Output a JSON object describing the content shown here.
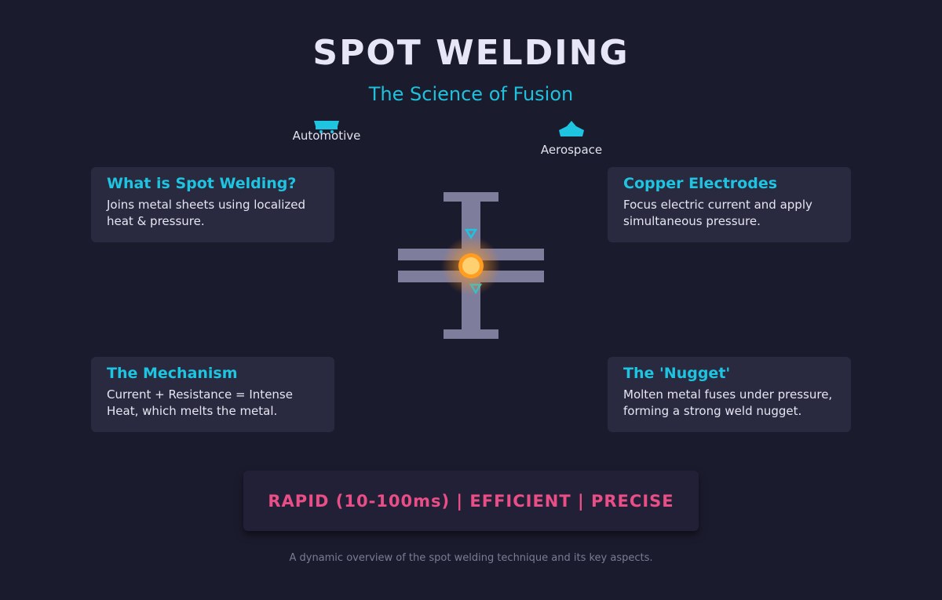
{
  "header": {
    "title": "SPOT WELDING",
    "subtitle": "The Science of Fusion"
  },
  "industries": [
    {
      "label": "Automotive",
      "icon": "car-icon"
    },
    {
      "label": "Aerospace",
      "icon": "airplane-icon"
    }
  ],
  "cards": [
    {
      "title": "What is Spot Welding?",
      "desc": "Joins metal sheets using localized heat & pressure."
    },
    {
      "title": "Copper Electrodes",
      "desc": "Focus electric current and apply simultaneous pressure."
    },
    {
      "title": "The Mechanism",
      "desc": "Current + Resistance = Intense Heat, which melts the metal."
    },
    {
      "title": "The 'Nugget'",
      "desc": "Molten metal fuses under pressure, forming a strong weld nugget."
    }
  ],
  "banner": {
    "text": "RAPID (10-100ms) | EFFICIENT | PRECISE"
  },
  "footer": {
    "caption": "A dynamic overview of the spot welding technique and its key aspects."
  },
  "colors": {
    "background": "#1b1b2e",
    "accent": "#1fc1dc",
    "highlight": "#ea4e86",
    "card": "#29293f",
    "electrode": "#7e7d9c",
    "weld_glow": "#ffb030"
  }
}
